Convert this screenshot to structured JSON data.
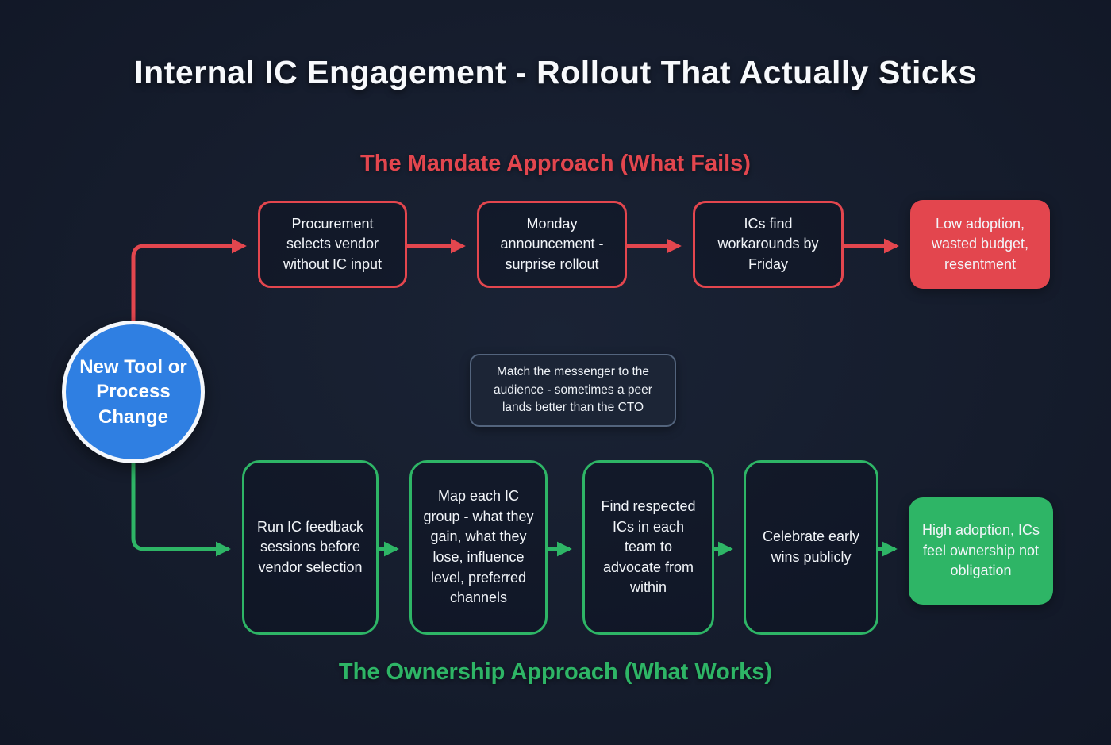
{
  "title": "Internal IC Engagement - Rollout That Actually Sticks",
  "start_node": {
    "label": "New Tool or Process Change"
  },
  "mandate": {
    "heading": "The Mandate Approach (What Fails)",
    "steps": [
      "Procurement selects vendor without IC input",
      "Monday announcement - surprise rollout",
      "ICs find workarounds by Friday"
    ],
    "outcome": "Low adoption, wasted budget, resentment"
  },
  "note": {
    "text": "Match the messenger to the audience - sometimes a peer lands better than the CTO"
  },
  "ownership": {
    "heading": "The Ownership Approach (What Works)",
    "steps": [
      "Run IC feedback sessions before vendor selection",
      "Map each IC group - what they gain, what they lose, influence level, preferred channels",
      "Find respected ICs in each team to advocate from within",
      "Celebrate early wins publicly"
    ],
    "outcome": "High adoption, ICs feel ownership not obligation"
  },
  "colors": {
    "background": "#151c2c",
    "fail": "#e3464e",
    "success": "#2eb566",
    "start": "#2f7fe2",
    "note_border": "#53647d",
    "text": "#f2f5f9"
  }
}
